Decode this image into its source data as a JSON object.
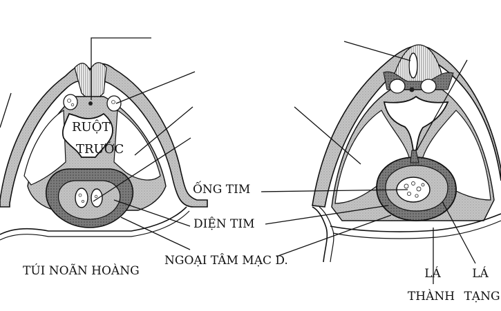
{
  "labels": {
    "ruot_truoc_line1": "RUỘT",
    "ruot_truoc_line2": "TRƯỚC",
    "ong_tim": "ỐNG TIM",
    "dien_tim": "DIỆN TIM",
    "ngoai_tam_mac": "NGOẠI TÂM MẠC D.",
    "tui_noan_hoang": "TÚI NOÃN HOÀNG",
    "la_thanh_line1": "LÁ",
    "la_thanh_line2": "THÀNH",
    "la_tang_line1": "LÁ",
    "la_tang_line2": "TẠNG"
  },
  "colors": {
    "tissue_fill": "#bdbdbd",
    "dark_tissue": "#6e6e6e",
    "line": "#111111",
    "background": "#ffffff"
  }
}
